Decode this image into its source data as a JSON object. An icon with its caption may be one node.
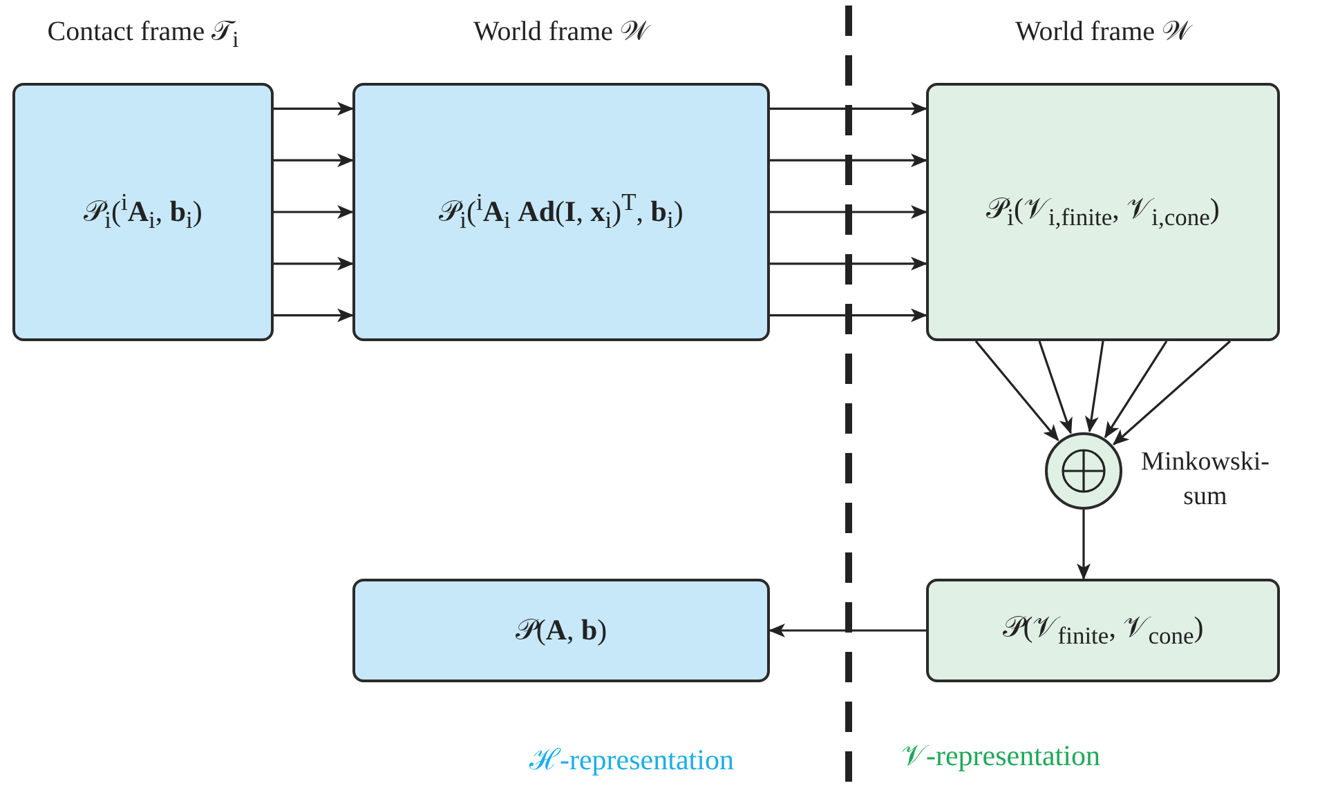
{
  "diagram": {
    "nodes": [
      {
        "text": [
          "Contact frame 𝒯$_{i}$",
          "𝒫$_{i}$($^{i}$**A**$_{i}$, **b**$_{i}$)"
        ]
      },
      {
        "text": [
          "World frame 𝒲",
          "𝒫$_{i}$($^{i}$**A**$_{i}$ **Ad**(**I**, **x**$_{i}$)$^{T}$, **b**$_{i}$)"
        ]
      },
      {
        "text": [
          "World frame 𝒲",
          "𝒫$_{i}$(𝒱$_{i,finite}$, 𝒱$_{i,cone}$)"
        ]
      },
      {
        "text": [],
        "shape": "circle",
        "beside": [
          "Minkowski-sum"
        ]
      },
      {
        "text": [
          "𝒫(𝒱$_{finite}$, 𝒱$_{cone}$)"
        ]
      },
      {
        "text": [
          "𝒫(**A**, **b**)"
        ]
      }
    ],
    "edges": [
      {
        "from": 0,
        "to": 1,
        "arrow": "to"
      },
      {
        "from": 0,
        "to": 1,
        "arrow": "to"
      },
      {
        "from": 0,
        "to": 1,
        "arrow": "to"
      },
      {
        "from": 0,
        "to": 1,
        "arrow": "to"
      },
      {
        "from": 0,
        "to": 1,
        "arrow": "to"
      },
      {
        "from": 1,
        "to": 2,
        "arrow": "to"
      },
      {
        "from": 1,
        "to": 2,
        "arrow": "to"
      },
      {
        "from": 1,
        "to": 2,
        "arrow": "to"
      },
      {
        "from": 1,
        "to": 2,
        "arrow": "to"
      },
      {
        "from": 1,
        "to": 2,
        "arrow": "to"
      },
      {
        "from": 2,
        "to": 3,
        "arrow": "to"
      },
      {
        "from": 2,
        "to": 3,
        "arrow": "to"
      },
      {
        "from": 2,
        "to": 3,
        "arrow": "to"
      },
      {
        "from": 2,
        "to": 3,
        "arrow": "to"
      },
      {
        "from": 2,
        "to": 3,
        "arrow": "to"
      },
      {
        "from": 3,
        "to": 4,
        "arrow": "to"
      },
      {
        "from": 4,
        "to": 5,
        "arrow": "to"
      }
    ],
    "labels": [
      "ℋ-representation",
      "𝒱-representation"
    ]
  }
}
